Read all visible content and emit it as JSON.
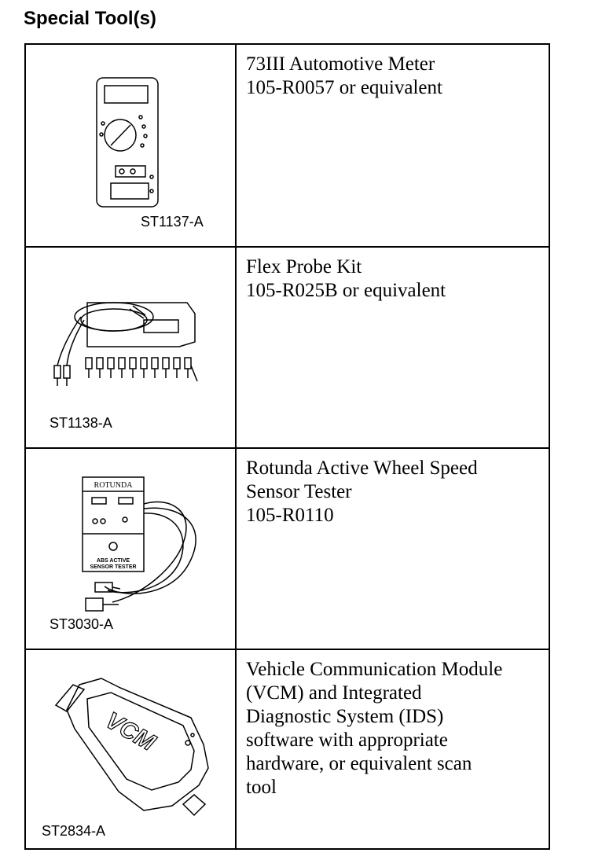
{
  "heading": "Special Tool(s)",
  "tools": [
    {
      "illustration": "multimeter-icon",
      "code": "ST1137-A",
      "lines": [
        "73III Automotive Meter",
        "105-R0057 or equivalent"
      ]
    },
    {
      "illustration": "flex-probe-kit-icon",
      "code": "ST1138-A",
      "lines": [
        "Flex Probe Kit",
        "105-R025B or equivalent"
      ]
    },
    {
      "illustration": "sensor-tester-icon",
      "code": "ST3030-A",
      "lines": [
        "Rotunda Active Wheel Speed",
        "Sensor Tester",
        "105-R0110"
      ],
      "device_labels": {
        "brand": "ROTUNDA",
        "label1": "ABS ACTIVE",
        "label2": "SENSOR TESTER"
      }
    },
    {
      "illustration": "vcm-module-icon",
      "code": "ST2834-A",
      "lines": [
        "Vehicle Communication Module",
        "(VCM) and Integrated",
        "Diagnostic System (IDS)",
        "software with appropriate",
        "hardware, or equivalent scan",
        "tool"
      ],
      "device_labels": {
        "brand": "VCM"
      }
    }
  ]
}
